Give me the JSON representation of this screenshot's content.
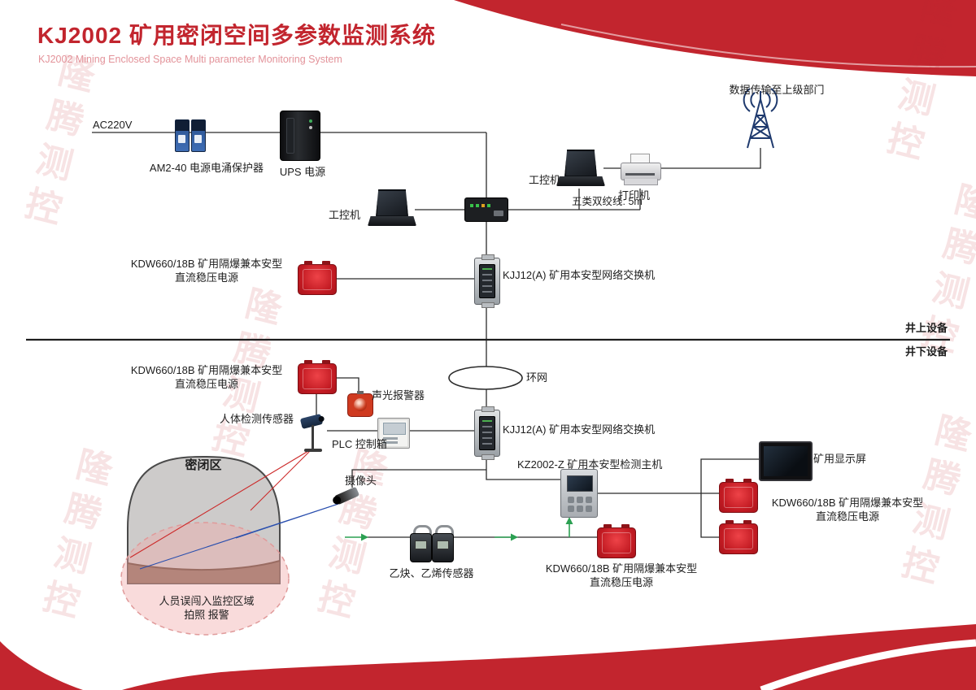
{
  "header": {
    "title": "KJ2002 矿用密闭空间多参数监测系统",
    "subtitle": "KJ2002 Mining Enclosed Space Multi parameter Monitoring System"
  },
  "watermark": "隆腾测控",
  "colors": {
    "accent_red": "#c2252e",
    "line_dark": "#2b2b2b",
    "wire_green": "#2ba052",
    "camera_view_red": "#cc2a2a",
    "camera_view_blue": "#2a4fae",
    "intrusion_zone_pink": "#f0aaaa"
  },
  "labels": {
    "ac_power": "AC220V",
    "surge_protector": "AM2-40 电源电涌保护器",
    "ups": "UPS 电源",
    "data_upload": "数据传输至上级部门",
    "ipc": "工控机",
    "printer": "打印机",
    "cat5": "五类双绞线: 5m",
    "kdw_line1": "KDW660/18B 矿用隔爆兼本安型",
    "kdw_line2": "直流稳压电源",
    "switch": "KJJ12(A) 矿用本安型网络交换机",
    "surface_devices": "井上设备",
    "underground_devices": "井下设备",
    "ring_network": "环网",
    "alarm": "声光报警器",
    "human_sensor": "人体检测传感器",
    "plc": "PLC 控制箱",
    "camera": "摄像头",
    "enclosed_zone": "密闭区",
    "host": "KZ2002-Z 矿用本安型检测主机",
    "display": "矿用显示屏",
    "gas_sensors": "乙炔、乙烯传感器",
    "intrusion_line1": "人员误闯入监控区域",
    "intrusion_line2": "拍照 报警"
  }
}
